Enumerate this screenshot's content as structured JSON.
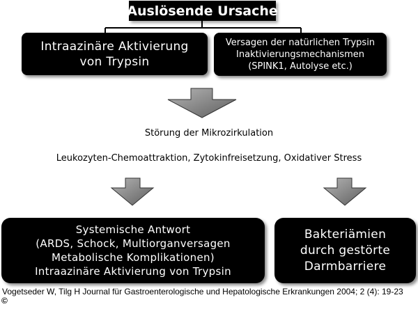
{
  "top_cause": "Auslösende Ursache",
  "left_box": [
    "Intraazinäre Aktivierung",
    "von Trypsin"
  ],
  "right_box": [
    "Versagen der natürlichen Trypsin",
    "Inaktivierungsmechanismen",
    "(SPINK1, Autolyse etc.)"
  ],
  "middle": {
    "line1": "Störung der Mikrozirkulation",
    "line2": "Leukozyten-Chemoattraktion, Zytokinfreisetzung, Oxidativer Stress"
  },
  "bottom_left_box": [
    "Systemische Antwort",
    "(ARDS, Schock, Multiorganversagen",
    "Metabolische Komplikationen)",
    "Intraazinäre Aktivierung von Trypsin"
  ],
  "bottom_right_box": [
    "Bakteriämien",
    "durch gestörte",
    "Darmbarriere"
  ],
  "citation": "Vogetseder W, Tilg H Journal für Gastroenterologische und Hepatologische Erkrankungen 2004; 2 (4): 19-23",
  "copyright": "©",
  "colors": {
    "box_fill": "#000000",
    "box_text": "#ffffff",
    "arrow_fill": "#8c8c8c"
  }
}
